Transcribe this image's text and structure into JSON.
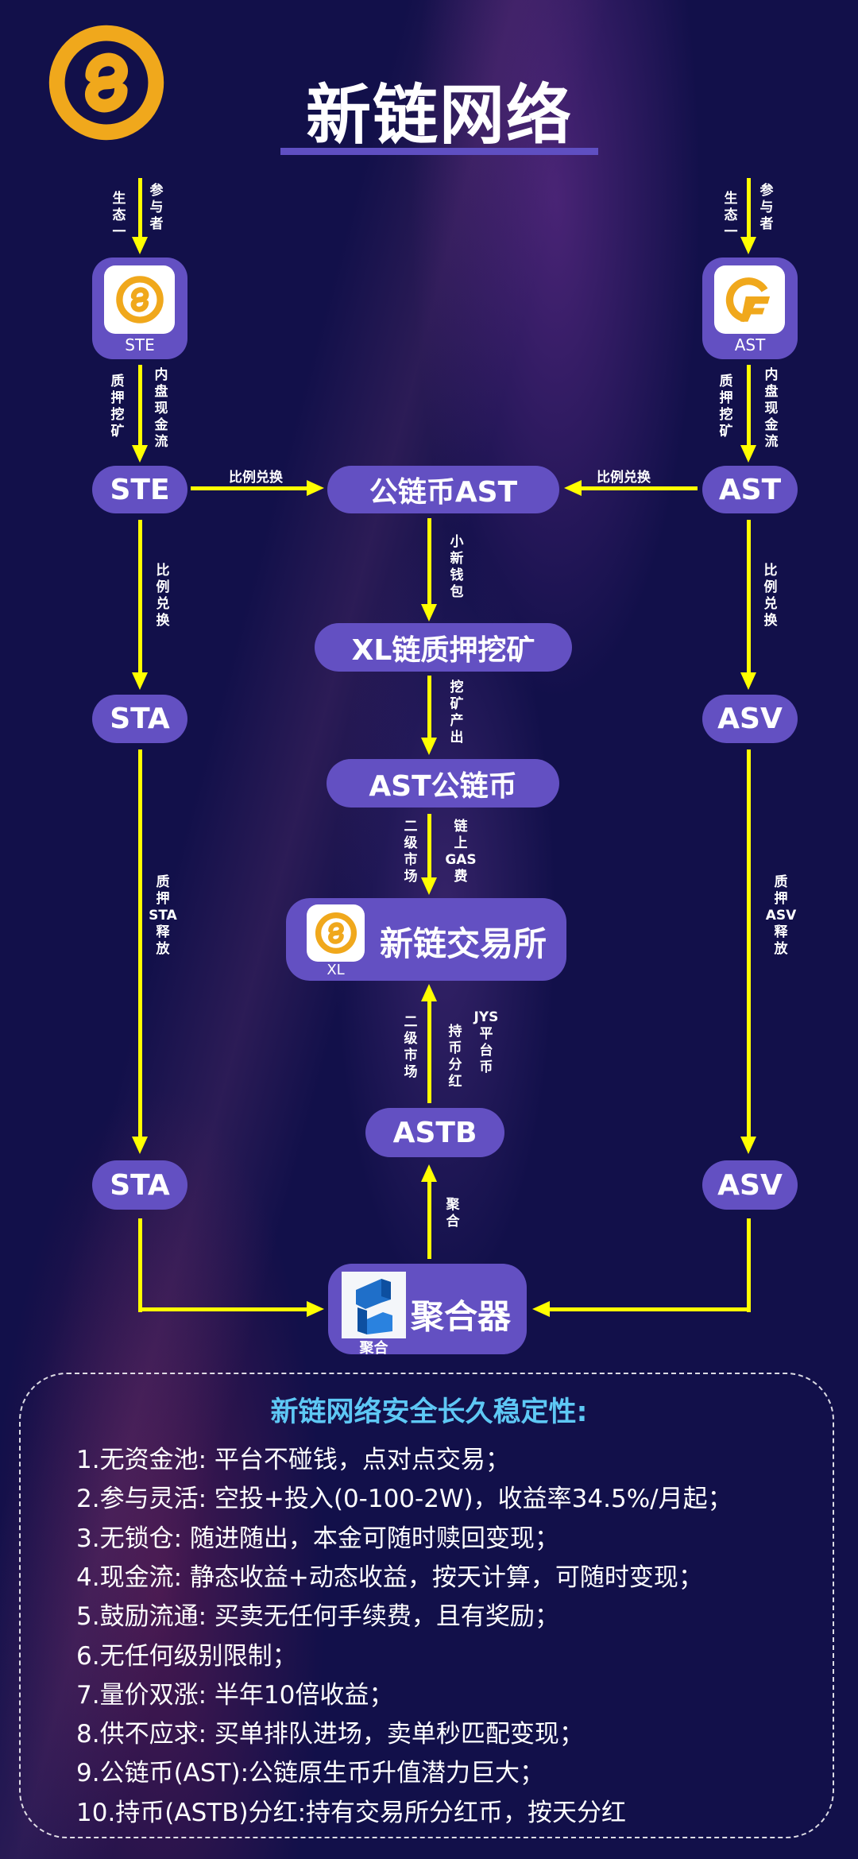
{
  "header": {
    "title": "新链网络"
  },
  "nodes": {
    "ste_app": "STE",
    "ast_app": "AST",
    "ste": "STE",
    "public_chain_ast": "公链币AST",
    "ast": "AST",
    "sta_1": "STA",
    "asv_1": "ASV",
    "xl_mining": "XL链质押挖矿",
    "ast_chain_coin": "AST公链币",
    "exchange": "新链交易所",
    "exchange_icon_label": "XL",
    "astb": "ASTB",
    "sta_2": "STA",
    "asv_2": "ASV",
    "aggregator": "聚合器",
    "aggregator_icon_label": "聚合"
  },
  "labels": {
    "eco_one_left": "生态一",
    "participant_left": "参与者",
    "eco_one_right": "生态一",
    "participant_right": "参与者",
    "stake_mine_left": "质押挖矿",
    "cashflow_left": "内盘现金流",
    "stake_mine_right": "质押挖矿",
    "cashflow_right": "内盘现金流",
    "ratio_exchange_left": "比例兑换",
    "ratio_exchange_right": "比例兑换",
    "ratio_down_left": "比例兑换",
    "ratio_down_right": "比例兑换",
    "wallet": "小新钱包",
    "mining_output": "挖矿产出",
    "secondary_market_1": "二级市场",
    "gas_fee": "链上GAS费",
    "stake_sta": "质押STA释放",
    "stake_asv": "质押ASV释放",
    "secondary_market_2": "二级市场",
    "hold_dividend": "持币分红",
    "jys_coin": "JYS平台币",
    "aggregate": "聚合"
  },
  "features": {
    "heading": "新链网络安全长久稳定性:",
    "items": [
      "1.无资金池: 平台不碰钱，点对点交易；",
      "2.参与灵活: 空投+投入(0-100-2W)，收益率34.5%/月起；",
      "3.无锁仓: 随进随出，本金可随时赎回变现；",
      "4.现金流: 静态收益+动态收益，按天计算，可随时变现；",
      "5.鼓励流通: 买卖无任何手续费，且有奖励；",
      "6.无任何级别限制；",
      "7.量价双涨: 半年10倍收益；",
      "8.供不应求: 买单排队进场，卖单秒匹配变现；",
      "9.公链币(AST):公链原生币升值潜力巨大；",
      "10.持币(ASTB)分红:持有交易所分红币，按天分红"
    ]
  },
  "colors": {
    "node": "#6350c2",
    "arrow": "#ffff00",
    "logo": "#f0a81c",
    "heading": "#5ec8f5"
  }
}
